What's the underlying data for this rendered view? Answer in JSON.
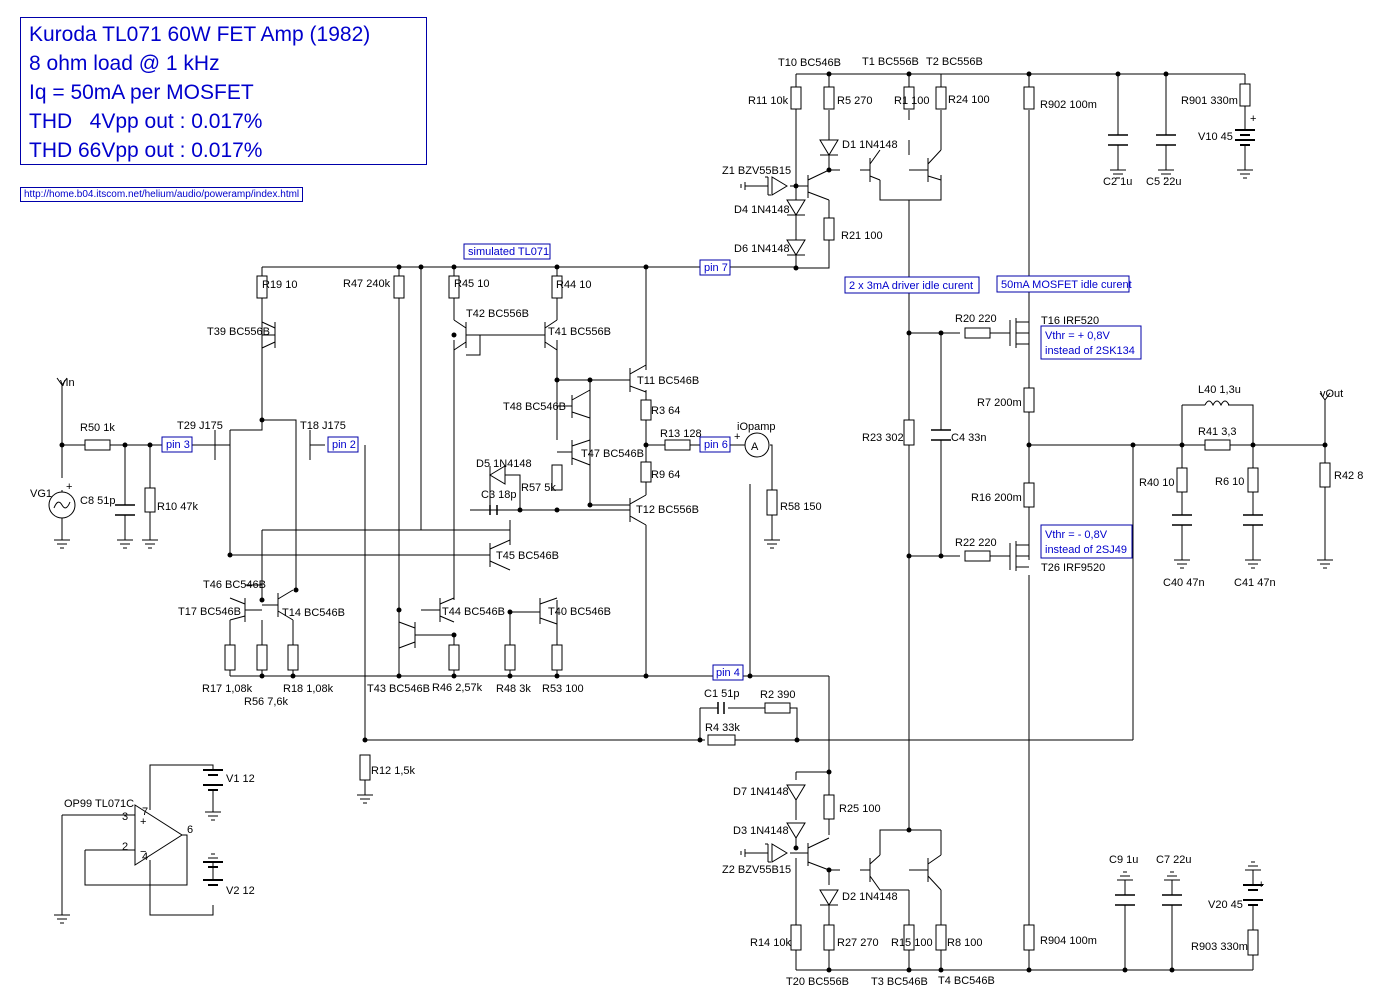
{
  "info": {
    "lines": [
      "Kuroda TL071 60W FET Amp (1982)",
      "8 ohm load @ 1 kHz",
      "Iq = 50mA per MOSFET",
      "THD   4Vpp out : 0.017%",
      "THD 66Vpp out : 0.017%"
    ],
    "url": "http://home.b04.itscom.net/helium/audio/poweramp/index.html"
  },
  "notes": {
    "simulated": "simulated TL071",
    "driver": "2 x 3mA driver idle curent",
    "mosfet": "50mA MOSFET idle curent",
    "vthr_pos": [
      "Vthr = + 0,8V",
      "instead of 2SK134"
    ],
    "vthr_neg": [
      "Vthr = - 0,8V",
      "instead of 2SJ49"
    ]
  },
  "pins": {
    "p3": "pin 3",
    "p2": "pin 2",
    "p7": "pin 7",
    "p6": "pin 6",
    "p4": "pin 4"
  },
  "labels": [
    "T10 BC546B",
    "T1 BC556B",
    "T2 BC556B",
    "R11 10k",
    "R5 270",
    "R1 100",
    "R24 100",
    "R902 100m",
    "R901 330m",
    "V10 45",
    "D1 1N4148",
    "C2 1u",
    "C5 22u",
    "Z1 BZV55B15",
    "D4 1N4148",
    "R21 100",
    "D6 1N4148",
    "R19 10",
    "R47 240k",
    "R45 10",
    "R44 10",
    "T39 BC556B",
    "T42 BC556B",
    "T41 BC556B",
    "T16 IRF520",
    "R20 220",
    "vIn",
    "T11 BC546B",
    "R7 200m",
    "L40 1,3u",
    "vOut",
    "R50 1k",
    "T29 J175",
    "T18 J175",
    "T48 BC546B",
    "R3 64",
    "iOpamp",
    "R41 3,3",
    "R13 128",
    "R23 302",
    "C4 33n",
    "VG1",
    "C8 51p",
    "R10 47k",
    "D5 1N4148",
    "T47 BC546B",
    "R9 64",
    "R40 10",
    "R6 10",
    "R42 8",
    "C3 18p",
    "R57 5k",
    "R58 150",
    "R16 200m",
    "T12 BC556B",
    "T45 BC546B",
    "R22 220",
    "T26 IRF9520",
    "C40 47n",
    "C41 47n",
    "T46 BC546B",
    "T17 BC546B",
    "T14 BC546B",
    "T44 BC546B",
    "T40 BC546B",
    "R17 1,08k",
    "R18 1,08k",
    "R56 7,6k",
    "T43 BC546B",
    "R46 2,57k",
    "R48 3k",
    "R53 100",
    "C1 51p",
    "R2 390",
    "R4 33k",
    "V1 12",
    "R12 1,5k",
    "D7 1N4148",
    "R25 100",
    "OP99 TL071C",
    "D3 1N4148",
    "Z2 BZV55B15",
    "C9 1u",
    "C7 22u",
    "D2 1N4148",
    "V20 45",
    "V2 12",
    "R14 10k",
    "R27 270",
    "R15 100",
    "R8 100",
    "R904 100m",
    "R903 330m",
    "T20 BC556B",
    "T3 BC546B",
    "T4 BC546B"
  ],
  "opamp_pins": [
    "3",
    "2",
    "6",
    "7",
    "4"
  ]
}
